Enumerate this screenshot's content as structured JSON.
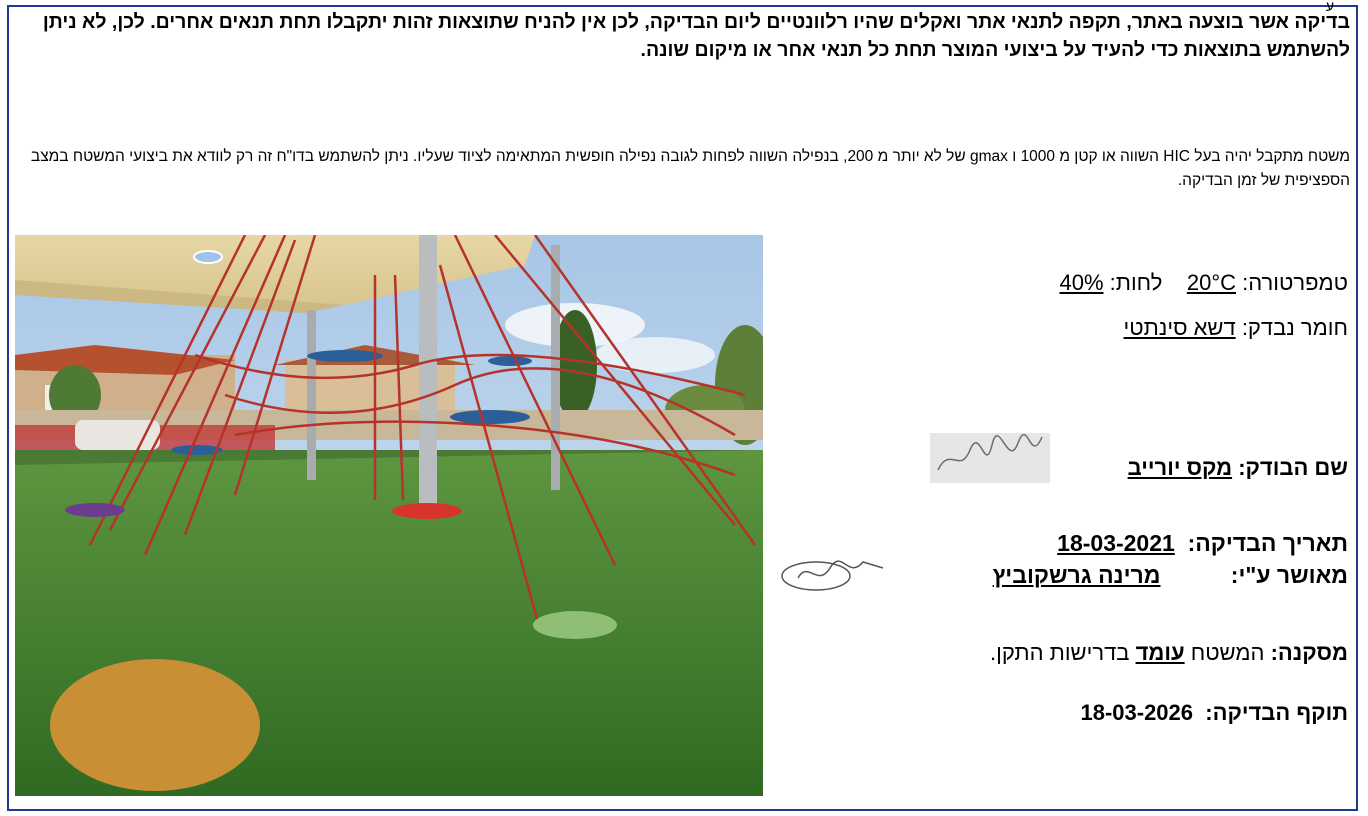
{
  "disclaimer": "בדיקה אשר בוצעה באתר, תקפה לתנאי אתר ואקלים שהיו רלוונטיים ליום הבדיקה, לכן אין להניח שתוצאות זהות יתקבלו תחת תנאים אחרים. לכן, לא ניתן להשתמש בתוצאות כדי להעיד על ביצועי המוצר תחת כל תנאי אחר או מיקום שונה.",
  "summary": "משטח מתקבל יהיה בעל HIC השווה או קטן מ 1000 ו gmax של לא יותר מ 200, בנפילה השווה לפחות לגובה נפילה חופשית המתאימה לציוד שעליו. ניתן להשתמש בדו\"ח זה רק לוודא את ביצועי המשטח במצב הספציפית של זמן הבדיקה.",
  "conditions": {
    "temperature_label": "טמפרטורה:",
    "temperature_value": "20°C",
    "humidity_label": "לחות:",
    "humidity_value": "40%"
  },
  "material": {
    "label": "חומר נבדק:",
    "value": "דשא סינתטי"
  },
  "inspector": {
    "label": "שם הבודק:",
    "value": "מקס יורייב"
  },
  "test_date": {
    "label": "תאריך הבדיקה:",
    "value": "18-03-2021"
  },
  "approved_by": {
    "label": "מאושר ע\"י:",
    "value": "מרינה גרשקוביץ",
    "signature_text": "חתימה"
  },
  "conclusion": {
    "label": "מסקנה:",
    "text_before": "המשטח",
    "status": "עומד",
    "text_after": "בדרישות התקן."
  },
  "validity": {
    "label": "תוקף הבדיקה:",
    "value": "18-03-2026"
  },
  "colors": {
    "frame": "#1f3a93",
    "grass": "#3f7d2c",
    "rope": "#b5332a"
  }
}
